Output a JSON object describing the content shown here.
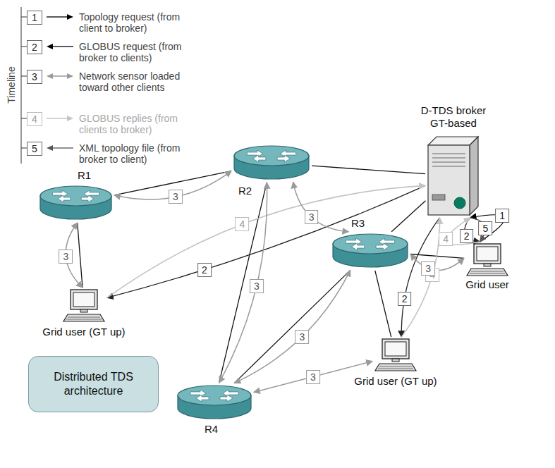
{
  "diagram": {
    "nodes": [
      {
        "text": [
          "D-TDS broker GT-based"
        ]
      },
      {
        "text": [
          "R1"
        ]
      },
      {
        "text": [
          "R2"
        ]
      },
      {
        "text": [
          "R3"
        ]
      },
      {
        "text": [
          "Grid user"
        ]
      },
      {
        "text": [
          "Grid user (GT up)"
        ]
      },
      {
        "text": [
          "R4"
        ]
      },
      {
        "text": [
          "Grid user (GT up)"
        ]
      },
      {
        "text": [
          "Distributed TDS architecture"
        ]
      }
    ],
    "edges": [
      {
        "from": 1,
        "to": 2,
        "arrow": "none"
      },
      {
        "from": 2,
        "to": 0,
        "arrow": "none"
      },
      {
        "from": 2,
        "to": 6,
        "arrow": "none"
      },
      {
        "from": 3,
        "to": 6,
        "arrow": "none"
      },
      {
        "from": 3,
        "to": 0,
        "arrow": "none"
      },
      {
        "from": 1,
        "to": 5,
        "arrow": "none"
      },
      {
        "from": 3,
        "to": 4,
        "arrow": "none"
      },
      {
        "from": 3,
        "to": 7,
        "arrow": "none"
      },
      {
        "from": 4,
        "to": 0,
        "arrow": "to",
        "label": "1"
      },
      {
        "from": 0,
        "to": 4,
        "arrow": "to",
        "label": "5"
      },
      {
        "from": 0,
        "to": 4,
        "arrow": "to",
        "label": "2"
      },
      {
        "from": 4,
        "to": 0,
        "arrow": "to",
        "label": "4"
      },
      {
        "from": 0,
        "to": 5,
        "arrow": "to",
        "label": "2"
      },
      {
        "from": 5,
        "to": 0,
        "arrow": "to",
        "label": "4"
      },
      {
        "from": 0,
        "to": 7,
        "arrow": "to",
        "label": "2"
      },
      {
        "from": 7,
        "to": 0,
        "arrow": "to",
        "label": "4"
      },
      {
        "from": 1,
        "to": 2,
        "arrow": "both",
        "label": "3"
      },
      {
        "from": 5,
        "to": 1,
        "arrow": "both",
        "label": "3"
      },
      {
        "from": 2,
        "to": 3,
        "arrow": "both",
        "label": "3"
      },
      {
        "from": 2,
        "to": 6,
        "arrow": "both",
        "label": "3"
      },
      {
        "from": 6,
        "to": 3,
        "arrow": "both",
        "label": "3"
      },
      {
        "from": 6,
        "to": 7,
        "arrow": "both",
        "label": "3"
      },
      {
        "from": 3,
        "to": 4,
        "arrow": "both",
        "label": "3"
      }
    ],
    "labels": [
      "Timeline",
      "1",
      "2",
      "3",
      "4",
      "5"
    ],
    "legend": [
      {
        "text": "Topology request (from client to broker)"
      },
      {
        "text": "GLOBUS request (from broker to clients)"
      },
      {
        "text": "Network sensor loaded toward other clients"
      },
      {
        "text": "GLOBUS replies (from clients to broker)"
      },
      {
        "text": "XML topology file (from broker to client)"
      }
    ]
  }
}
